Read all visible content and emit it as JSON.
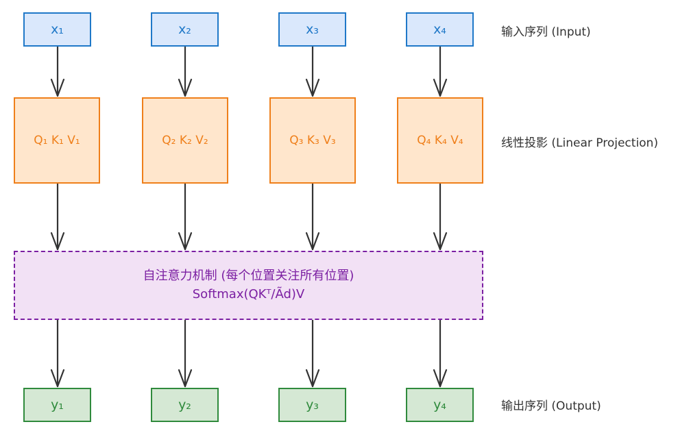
{
  "rows": {
    "inputs": [
      "x₁",
      "x₂",
      "x₃",
      "x₄"
    ],
    "projections": [
      "Q₁ K₁ V₁",
      "Q₂ K₂ V₂",
      "Q₃ K₃ V₃",
      "Q₄ K₄ V₄"
    ],
    "outputs": [
      "y₁",
      "y₂",
      "y₃",
      "y₄"
    ]
  },
  "attention": {
    "title": "自注意力机制 (每个位置关注所有位置)",
    "formula": "Softmax(QKᵀ/Ãd)V"
  },
  "side_labels": {
    "input": "输入序列 (Input)",
    "projection": "线性投影 (Linear Projection)",
    "output": "输出序列 (Output)"
  },
  "colors": {
    "input_fill": "#dae8fc",
    "input_stroke": "#1f78c8",
    "projection_fill": "#ffe6cc",
    "projection_stroke": "#ef7f1a",
    "attention_fill": "#f2e1f5",
    "attention_stroke": "#7b1fa2",
    "output_fill": "#d5e8d4",
    "output_stroke": "#2f8a3c",
    "arrow": "#333333"
  }
}
